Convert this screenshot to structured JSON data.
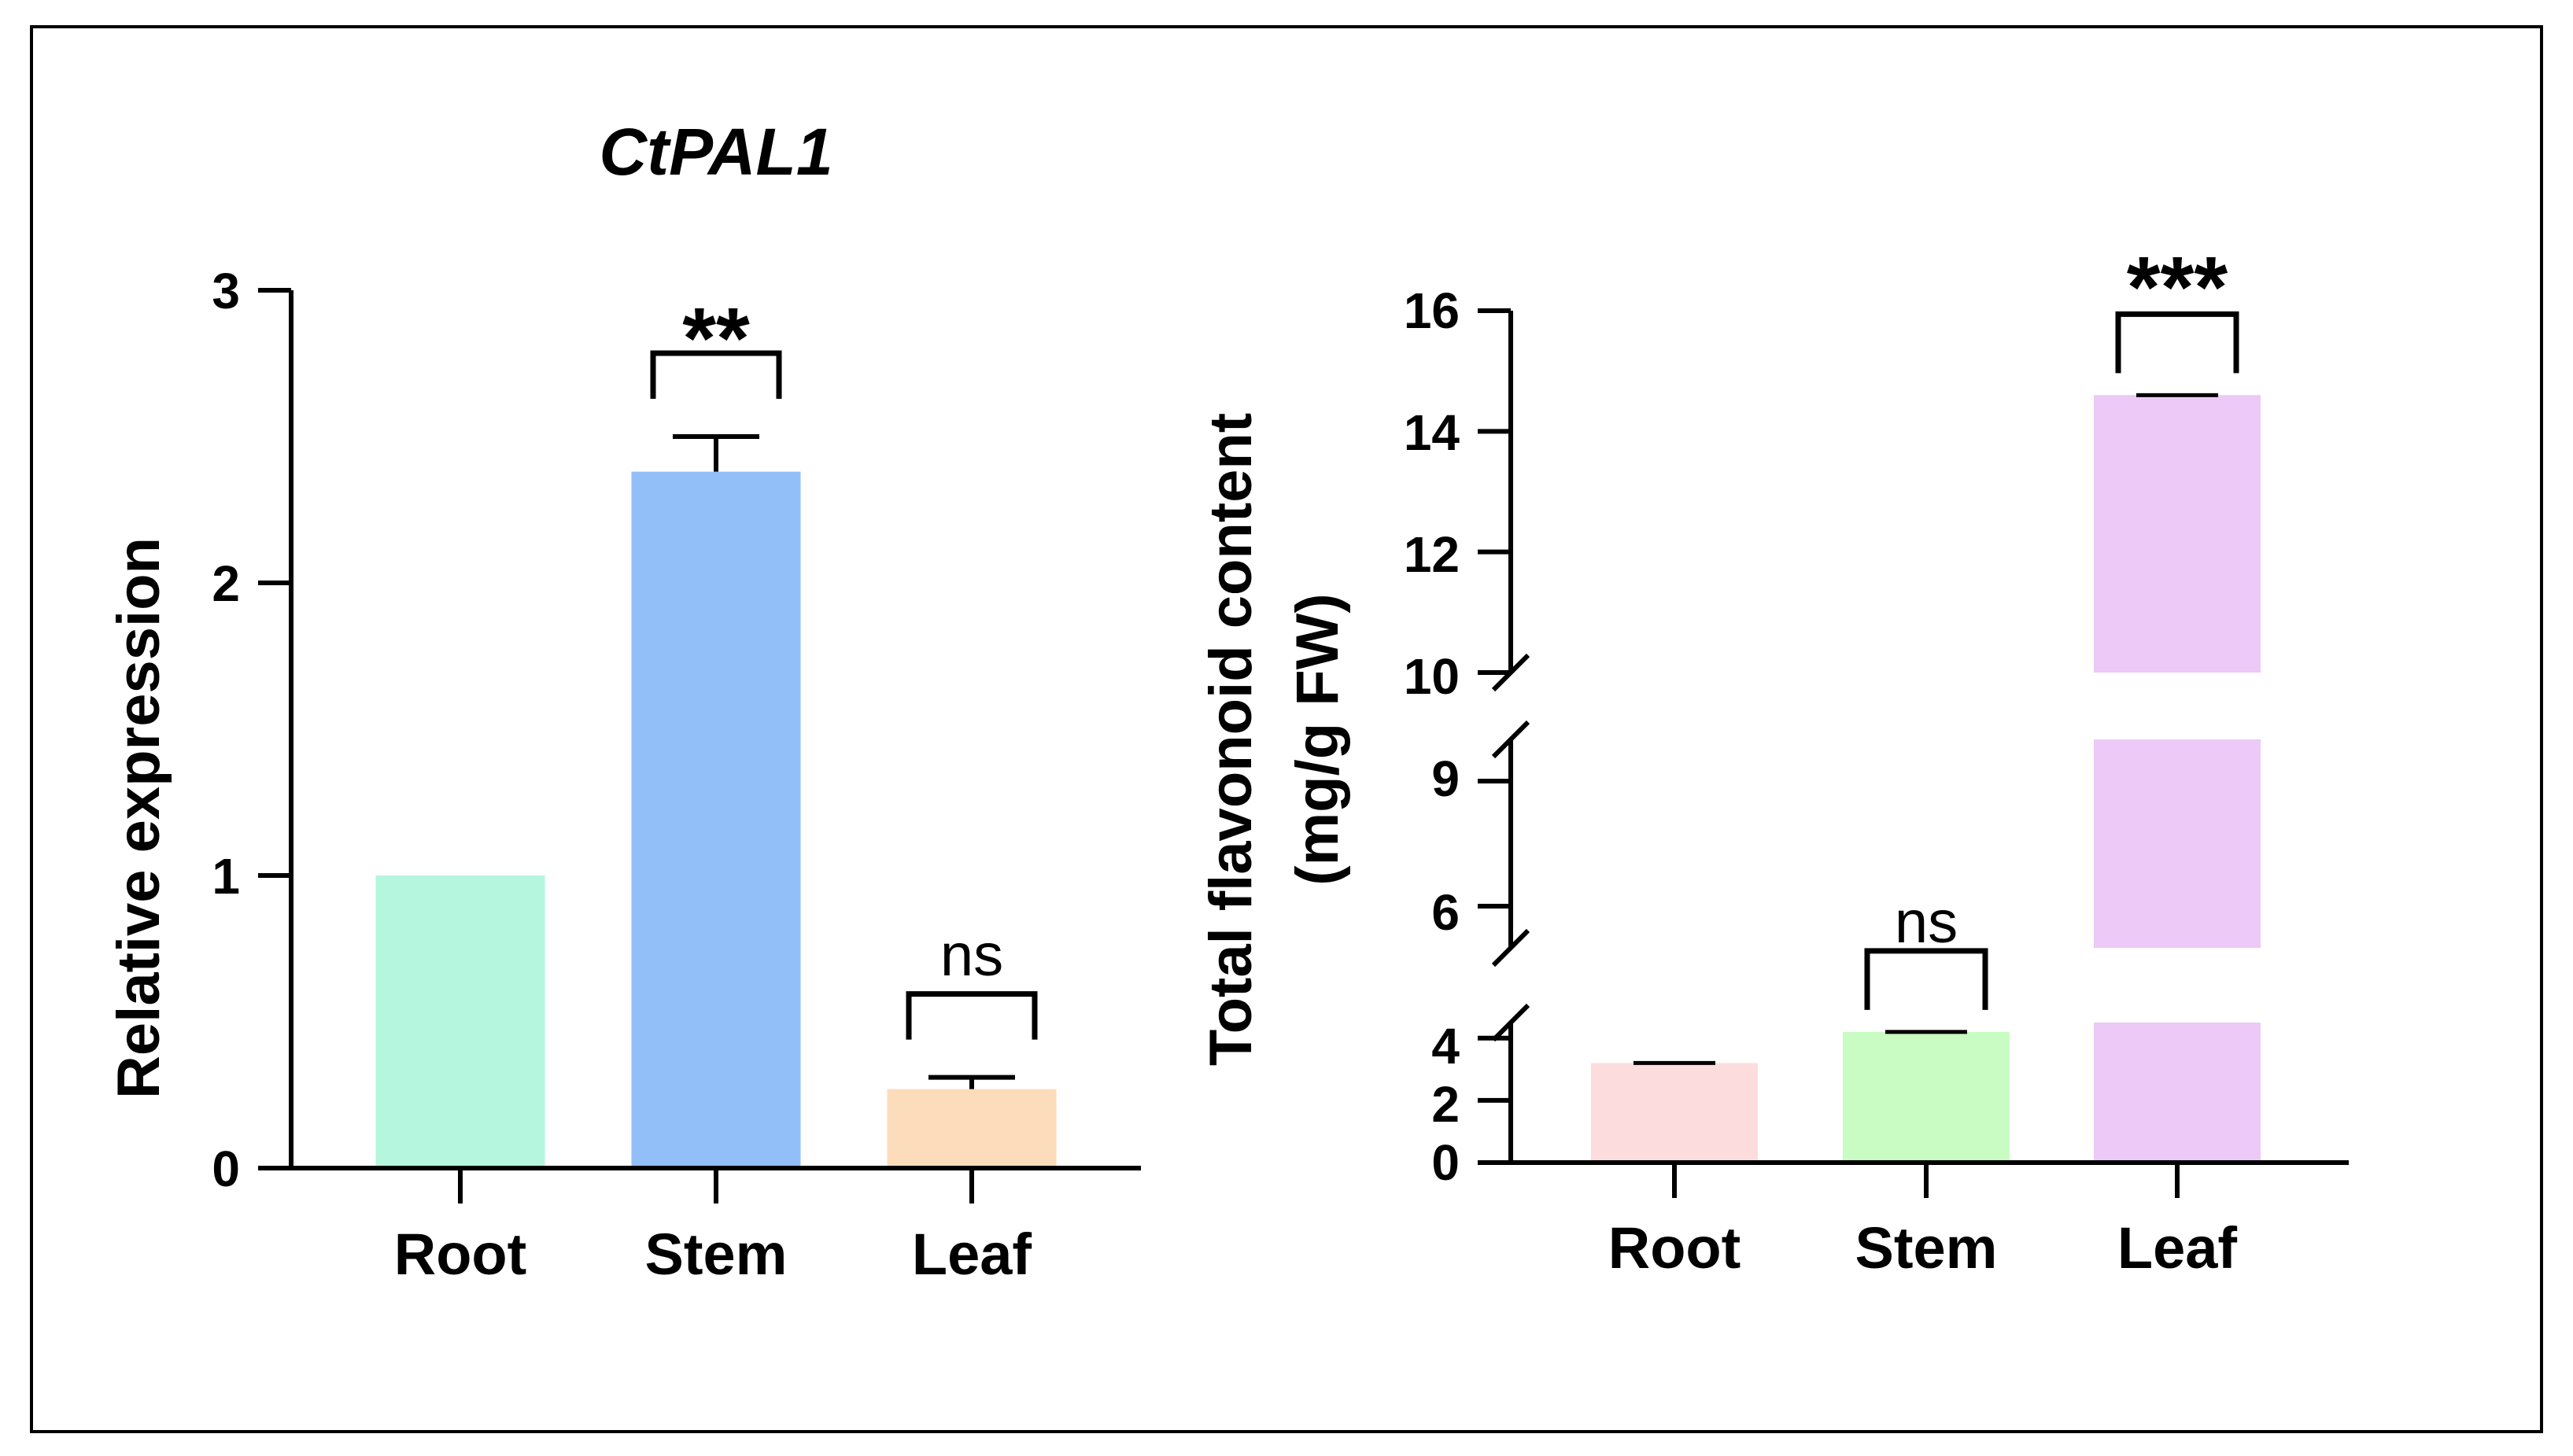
{
  "chart_data": [
    {
      "type": "bar",
      "title": "CtPAL1",
      "ylabel": "Relative expression",
      "xlabel": "",
      "categories": [
        "Root",
        "Stem",
        "Leaf"
      ],
      "values": [
        1.0,
        2.38,
        0.27
      ],
      "errors": [
        0,
        0.12,
        0.04
      ],
      "colors": [
        "#b4f6de",
        "#92bff8",
        "#fddcbb"
      ],
      "significance": [
        "",
        "**",
        "ns"
      ],
      "ylim": [
        0,
        3
      ],
      "yticks": [
        0,
        1,
        2,
        3
      ],
      "grid": false
    },
    {
      "type": "bar",
      "title": "",
      "ylabel": "Total flavonoid content",
      "ylabel_unit": "(mg/g FW)",
      "xlabel": "",
      "categories": [
        "Root",
        "Stem",
        "Leaf"
      ],
      "values": [
        3.2,
        4.2,
        14.6
      ],
      "errors": [
        0,
        0,
        0
      ],
      "colors": [
        "#fcdcdc",
        "#c8fcc2",
        "#ecc9f6"
      ],
      "significance": [
        "",
        "ns",
        "***"
      ],
      "ylim": [
        0,
        16
      ],
      "yticks": [
        0,
        2,
        4,
        6,
        9,
        10,
        12,
        14,
        16
      ],
      "broken_axis": {
        "segments": [
          {
            "range": [
              0,
              4.5
            ],
            "ticks": [
              0,
              2,
              4
            ]
          },
          {
            "range": [
              5,
              10
            ],
            "ticks": [
              6,
              9
            ]
          },
          {
            "range": [
              10,
              16
            ],
            "ticks": [
              10,
              12,
              14,
              16
            ]
          }
        ]
      },
      "grid": false
    }
  ]
}
